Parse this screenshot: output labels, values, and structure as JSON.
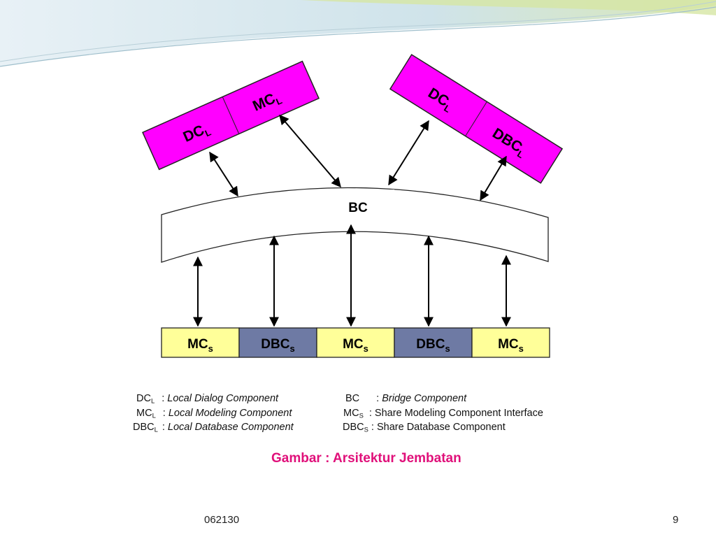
{
  "diagram": {
    "left_box": {
      "cell1": "DC",
      "cell1_sub": "L",
      "cell2": "MC",
      "cell2_sub": "L"
    },
    "right_box": {
      "cell1": "DC",
      "cell1_sub": "L",
      "cell2": "DBC",
      "cell2_sub": "L"
    },
    "bridge": {
      "label": "BC"
    },
    "bottom_cells": [
      {
        "main": "MC",
        "sub": "s",
        "color": "#ffff99"
      },
      {
        "main": "DBC",
        "sub": "s",
        "color": "#6e7aa4"
      },
      {
        "main": "MC",
        "sub": "s",
        "color": "#ffff99"
      },
      {
        "main": "DBC",
        "sub": "s",
        "color": "#6e7aa4"
      },
      {
        "main": "MC",
        "sub": "s",
        "color": "#ffff99"
      }
    ],
    "colors": {
      "magenta_box": "#ff00ff",
      "accent_caption": "#e0107a"
    }
  },
  "legend": {
    "left": [
      {
        "term": "DC",
        "sub": "L",
        "desc": "Local Dialog Component"
      },
      {
        "term": "MC",
        "sub": "L",
        "desc": "Local Modeling Component"
      },
      {
        "term": "DBC",
        "sub": "L",
        "desc": "Local Database Component"
      }
    ],
    "right": [
      {
        "term": "BC",
        "sub": "",
        "desc": "Bridge Component"
      },
      {
        "term": "MC",
        "sub": "S",
        "desc": "Share Modeling Component Interface"
      },
      {
        "term": "DBC",
        "sub": "S",
        "desc": "Share Database Component"
      }
    ]
  },
  "caption": "Gambar : Arsitektur Jembatan",
  "footer": {
    "code": "062130",
    "page": "9"
  }
}
